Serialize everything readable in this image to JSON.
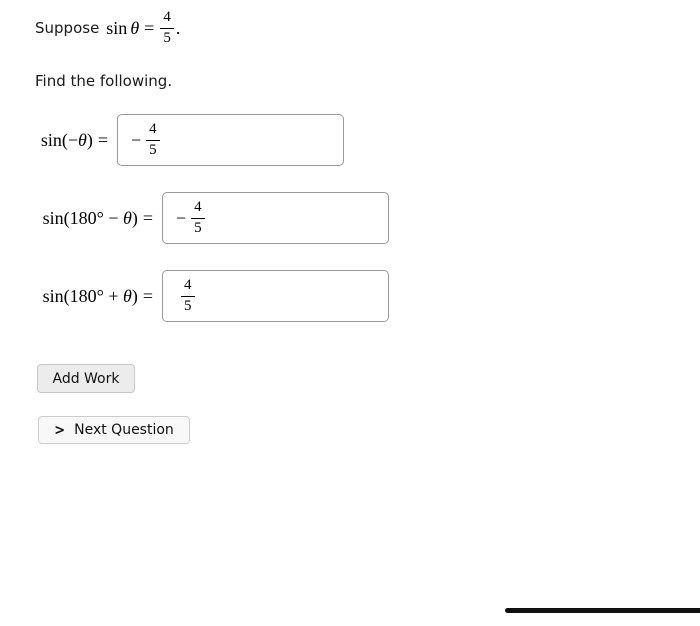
{
  "problem": {
    "intro": "Suppose",
    "math": {
      "fn": "sin",
      "var": "θ",
      "eq": "=",
      "num": "4",
      "den": "5",
      "period": "."
    },
    "instruction": "Find the following."
  },
  "questions": [
    {
      "label": {
        "fn": "sin",
        "pre": "(−",
        "var": "θ",
        "post": ")",
        "eq": "="
      },
      "answer": {
        "sign": "−",
        "num": "4",
        "den": "5"
      }
    },
    {
      "label": {
        "fn": "sin",
        "pre": "(180° − ",
        "var": "θ",
        "post": ")",
        "eq": "="
      },
      "answer": {
        "sign": "−",
        "num": "4",
        "den": "5"
      }
    },
    {
      "label": {
        "fn": "sin",
        "pre": "(180° + ",
        "var": "θ",
        "post": ")",
        "eq": "="
      },
      "answer": {
        "sign": "",
        "num": "4",
        "den": "5"
      }
    }
  ],
  "buttons": {
    "add_work_label": "Add Work",
    "next_icon": ">",
    "next_label": "Next Question"
  },
  "colors": {
    "input_border": "#999999",
    "add_work_bg": "#ececec",
    "next_bg": "#f8f8f8",
    "bottom_line": "#111111"
  }
}
